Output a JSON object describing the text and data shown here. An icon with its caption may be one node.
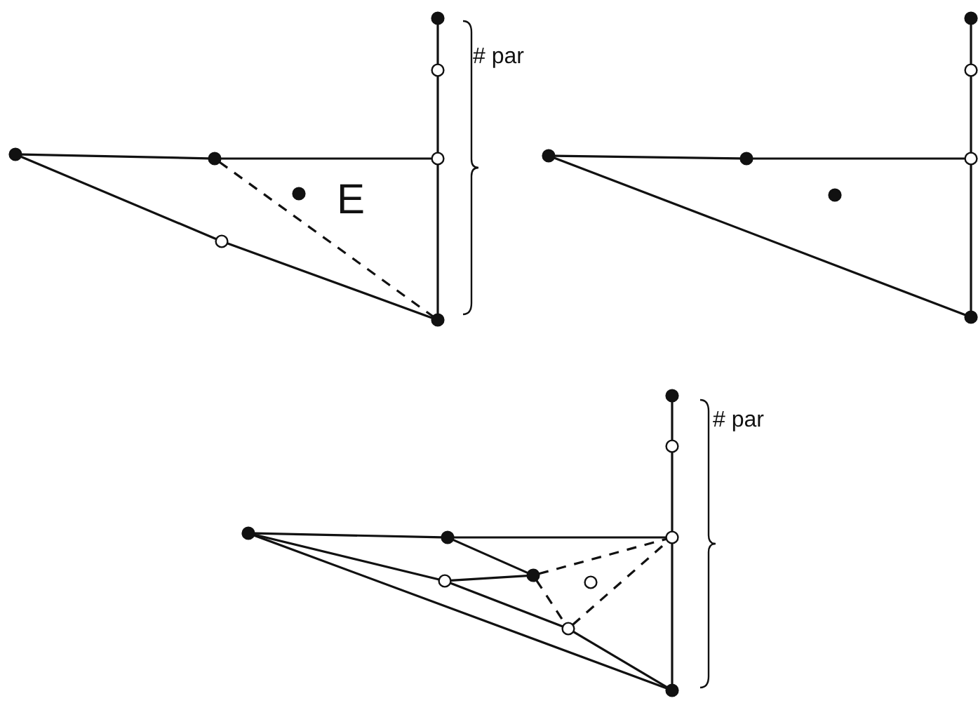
{
  "diagram": {
    "nodes": [
      {
        "text": [],
        "shape": "dot"
      },
      {
        "text": [],
        "shape": "circle"
      },
      {
        "text": [],
        "shape": "circle"
      },
      {
        "text": [],
        "shape": "dot"
      },
      {
        "text": [],
        "shape": "dot"
      },
      {
        "text": [],
        "shape": "dot"
      },
      {
        "text": [],
        "shape": "dot"
      },
      {
        "text": [],
        "shape": "circle"
      },
      {
        "text": [],
        "shape": "dot"
      },
      {
        "text": [],
        "shape": "circle"
      },
      {
        "text": [],
        "shape": "circle"
      },
      {
        "text": [],
        "shape": "dot"
      },
      {
        "text": [],
        "shape": "dot"
      },
      {
        "text": [],
        "shape": "dot"
      },
      {
        "text": [],
        "shape": "dot"
      },
      {
        "text": [],
        "shape": "dot"
      },
      {
        "text": [],
        "shape": "circle"
      },
      {
        "text": [],
        "shape": "circle"
      },
      {
        "text": [],
        "shape": "dot"
      },
      {
        "text": [],
        "shape": "dot"
      },
      {
        "text": [],
        "shape": "dot"
      },
      {
        "text": [],
        "shape": "dot"
      },
      {
        "text": [],
        "shape": "circle"
      },
      {
        "text": [],
        "shape": "circle"
      },
      {
        "text": [],
        "shape": "circle"
      }
    ],
    "edges": [
      {
        "from": 0,
        "to": 1,
        "arrow": "none"
      },
      {
        "from": 1,
        "to": 2,
        "arrow": "none"
      },
      {
        "from": 2,
        "to": 3,
        "arrow": "none"
      },
      {
        "from": 4,
        "to": 5,
        "arrow": "none"
      },
      {
        "from": 5,
        "to": 2,
        "arrow": "none"
      },
      {
        "from": 4,
        "to": 7,
        "arrow": "none"
      },
      {
        "from": 7,
        "to": 3,
        "arrow": "none"
      },
      {
        "from": 5,
        "to": 3,
        "arrow": "none",
        "style": "dashed"
      },
      {
        "from": 8,
        "to": 9,
        "arrow": "none"
      },
      {
        "from": 9,
        "to": 10,
        "arrow": "none"
      },
      {
        "from": 10,
        "to": 11,
        "arrow": "none"
      },
      {
        "from": 12,
        "to": 13,
        "arrow": "none"
      },
      {
        "from": 13,
        "to": 10,
        "arrow": "none"
      },
      {
        "from": 12,
        "to": 11,
        "arrow": "none"
      },
      {
        "from": 15,
        "to": 16,
        "arrow": "none"
      },
      {
        "from": 16,
        "to": 17,
        "arrow": "none"
      },
      {
        "from": 17,
        "to": 18,
        "arrow": "none"
      },
      {
        "from": 19,
        "to": 20,
        "arrow": "none"
      },
      {
        "from": 20,
        "to": 17,
        "arrow": "none"
      },
      {
        "from": 19,
        "to": 18,
        "arrow": "none"
      },
      {
        "from": 19,
        "to": 22,
        "arrow": "none"
      },
      {
        "from": 22,
        "to": 24,
        "arrow": "none"
      },
      {
        "from": 24,
        "to": 18,
        "arrow": "none"
      },
      {
        "from": 20,
        "to": 21,
        "arrow": "none"
      },
      {
        "from": 22,
        "to": 21,
        "arrow": "none"
      },
      {
        "from": 21,
        "to": 17,
        "arrow": "none",
        "style": "dashed"
      },
      {
        "from": 21,
        "to": 24,
        "arrow": "none",
        "style": "dashed"
      },
      {
        "from": 24,
        "to": 17,
        "arrow": "none",
        "style": "dashed"
      }
    ],
    "labels": [
      "# par",
      "E",
      "# par"
    ]
  }
}
